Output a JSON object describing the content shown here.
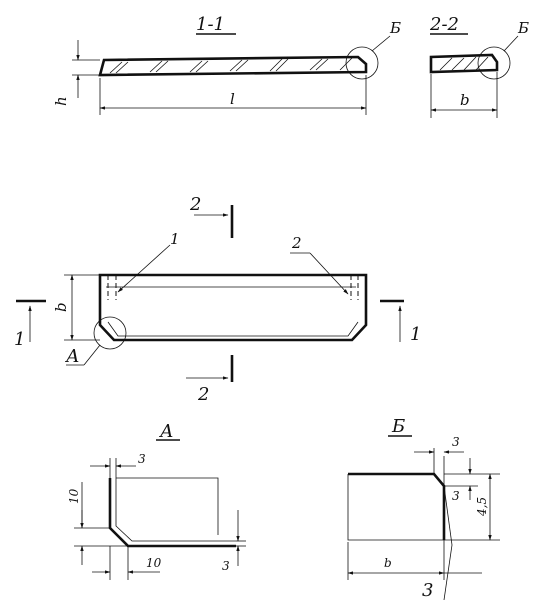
{
  "section_labels": {
    "s11": "1-1",
    "s22": "2-2",
    "detail_a": "А",
    "detail_b": "Б"
  },
  "callouts": {
    "b_top": "Б",
    "b_top2": "Б",
    "a_plan": "А",
    "leader_1": "1",
    "leader_2": "2",
    "cut_1_left": "1",
    "cut_1_right": "1",
    "cut_2_top": "2",
    "cut_2_bottom": "2"
  },
  "dimensions": {
    "h": "h",
    "l": "l",
    "b_top": "b",
    "b_plan": "b",
    "a_3_top": "3",
    "a_10_left": "10",
    "a_10_bottom": "10",
    "a_3_right": "3",
    "b_3_top": "3",
    "b_3_mid": "3",
    "b_45": "4,5",
    "b_b": "b",
    "b_3_bottom": "3"
  }
}
